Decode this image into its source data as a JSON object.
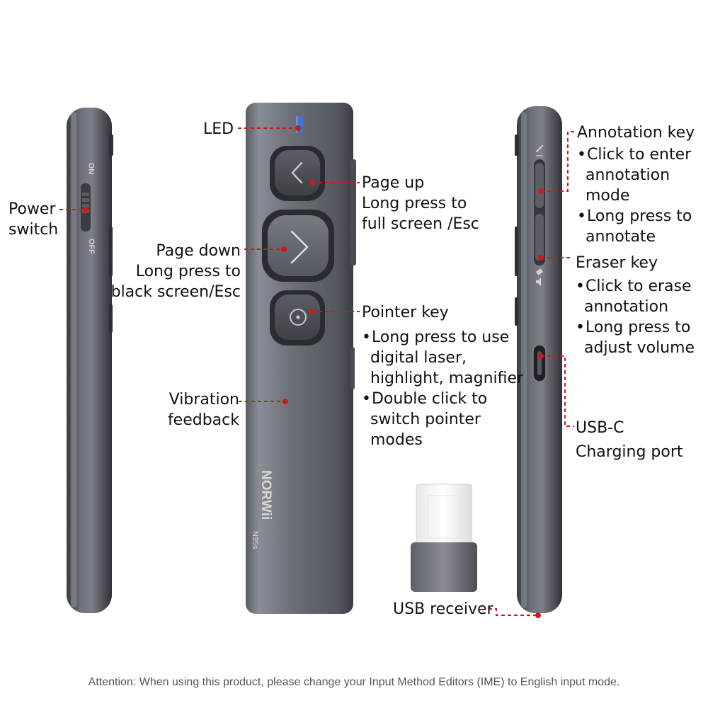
{
  "colors": {
    "callout": "#cc1a1a",
    "body_dark": "#3d3f46",
    "body_light": "#80838b",
    "led": "#2f78e8",
    "text": "#111111",
    "footer_text": "#555555"
  },
  "device": {
    "power_on": "ON",
    "power_off": "OFF",
    "brand": "NORWii",
    "model": "N95s"
  },
  "labels": {
    "led": "LED",
    "power_switch": [
      "Power",
      "switch"
    ],
    "page_up": {
      "title": "Page up",
      "lines": [
        "Long press to",
        "full screen /Esc"
      ]
    },
    "page_down": {
      "title": "Page down",
      "lines": [
        "Long press to",
        "black screen/Esc"
      ]
    },
    "pointer": {
      "title": "Pointer key",
      "bullets": [
        [
          "Long press to use",
          "digital laser,",
          "highlight, magnifier"
        ],
        [
          "Double click to",
          "switch pointer",
          "modes"
        ]
      ]
    },
    "vibration": [
      "Vibration",
      "feedback"
    ],
    "annotation": {
      "title": "Annotation key",
      "bullets": [
        [
          "Click to enter",
          "annotation",
          "mode"
        ],
        [
          "Long press to",
          "annotate"
        ]
      ]
    },
    "eraser": {
      "title": "Eraser key",
      "bullets": [
        [
          "Click to erase",
          " annotation"
        ],
        [
          "Long press to",
          "adjust volume"
        ]
      ]
    },
    "usb_c": [
      "USB-C",
      "Charging port"
    ],
    "usb_receiver": "USB receiver"
  },
  "icons": [
    "chevron-left-icon",
    "chevron-right-icon",
    "pointer-target-icon",
    "pen-icon",
    "eraser-icon",
    "volume-icon"
  ],
  "footer": "Attention: When using this product, please change your Input Method Editors (IME) to English input mode."
}
